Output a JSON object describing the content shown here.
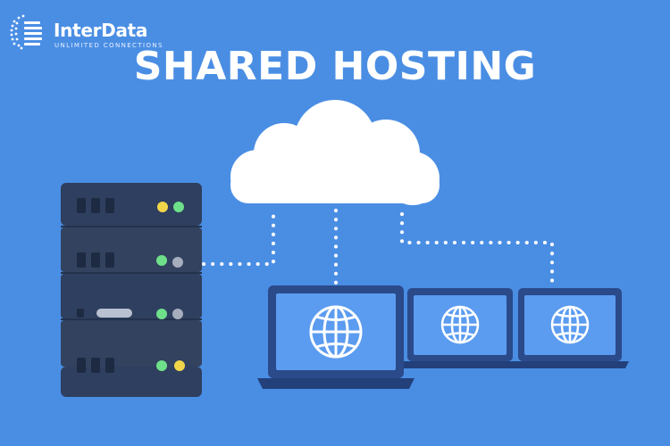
{
  "brand": {
    "name": "InterData",
    "tagline": "UNLIMITED CONNECTIONS"
  },
  "title": "SHARED HOSTING",
  "icons": [
    "cloud-icon",
    "server-rack-icon",
    "laptop-icon",
    "globe-icon"
  ],
  "colors": {
    "background": "#4a8ee4",
    "server_body": "#2f3f5f",
    "laptop_frame": "#2b4a8a",
    "laptop_screen": "#5b9cf0",
    "cloud": "#ffffff",
    "connection_dots": "#ffffff",
    "led_yellow": "#f2d64a",
    "led_green": "#6fe08a",
    "led_gray": "#a6adbd"
  }
}
